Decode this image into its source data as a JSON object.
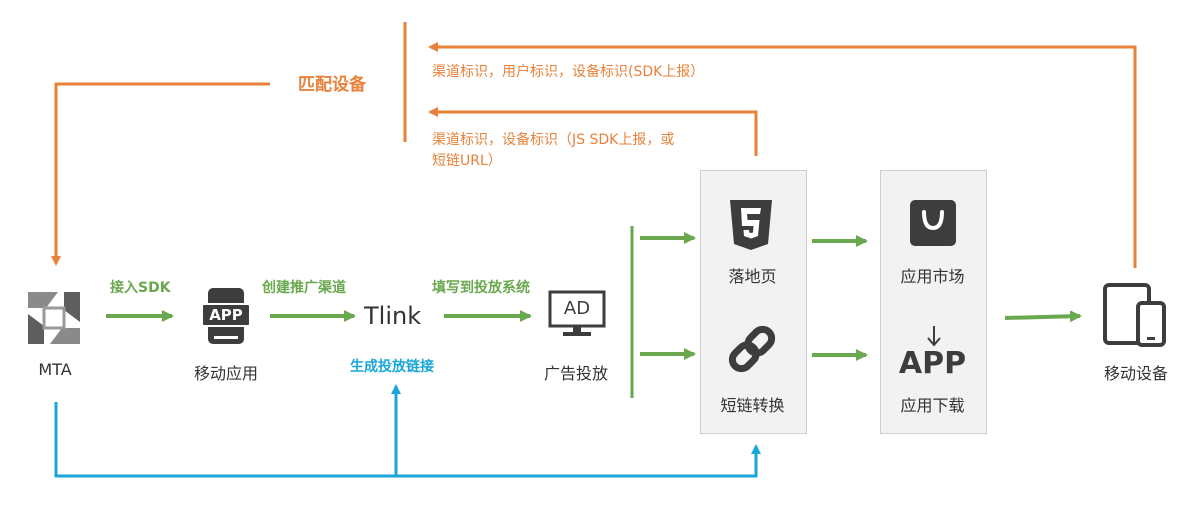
{
  "nodes": {
    "mta": "MTA",
    "mobile_app": "移动应用",
    "app_icon_text": "APP",
    "tlink": "Tlink",
    "ad_delivery": "广告投放",
    "ad_icon_text": "AD",
    "landing_page": "落地页",
    "short_link": "短链转换",
    "app_market": "应用市场",
    "app_download_text": "APP",
    "app_download": "应用下载",
    "mobile_device": "移动设备"
  },
  "edges": {
    "integrate_sdk": "接入SDK",
    "create_channel": "创建推广渠道",
    "fill_system": "填写到投放系统",
    "generate_link": "生成投放链接",
    "match_device": "匹配设备"
  },
  "notes": {
    "sdk_report": "渠道标识，用户标识，设备标识(SDK上报）",
    "js_report_line1": "渠道标识，设备标识（JS SDK上报，或",
    "js_report_line2": "短链URL）"
  },
  "colors": {
    "orange": "#e8823a",
    "green": "#6aa84f",
    "blue": "#1aa6d8",
    "icon_dark": "#3d3d3d"
  }
}
